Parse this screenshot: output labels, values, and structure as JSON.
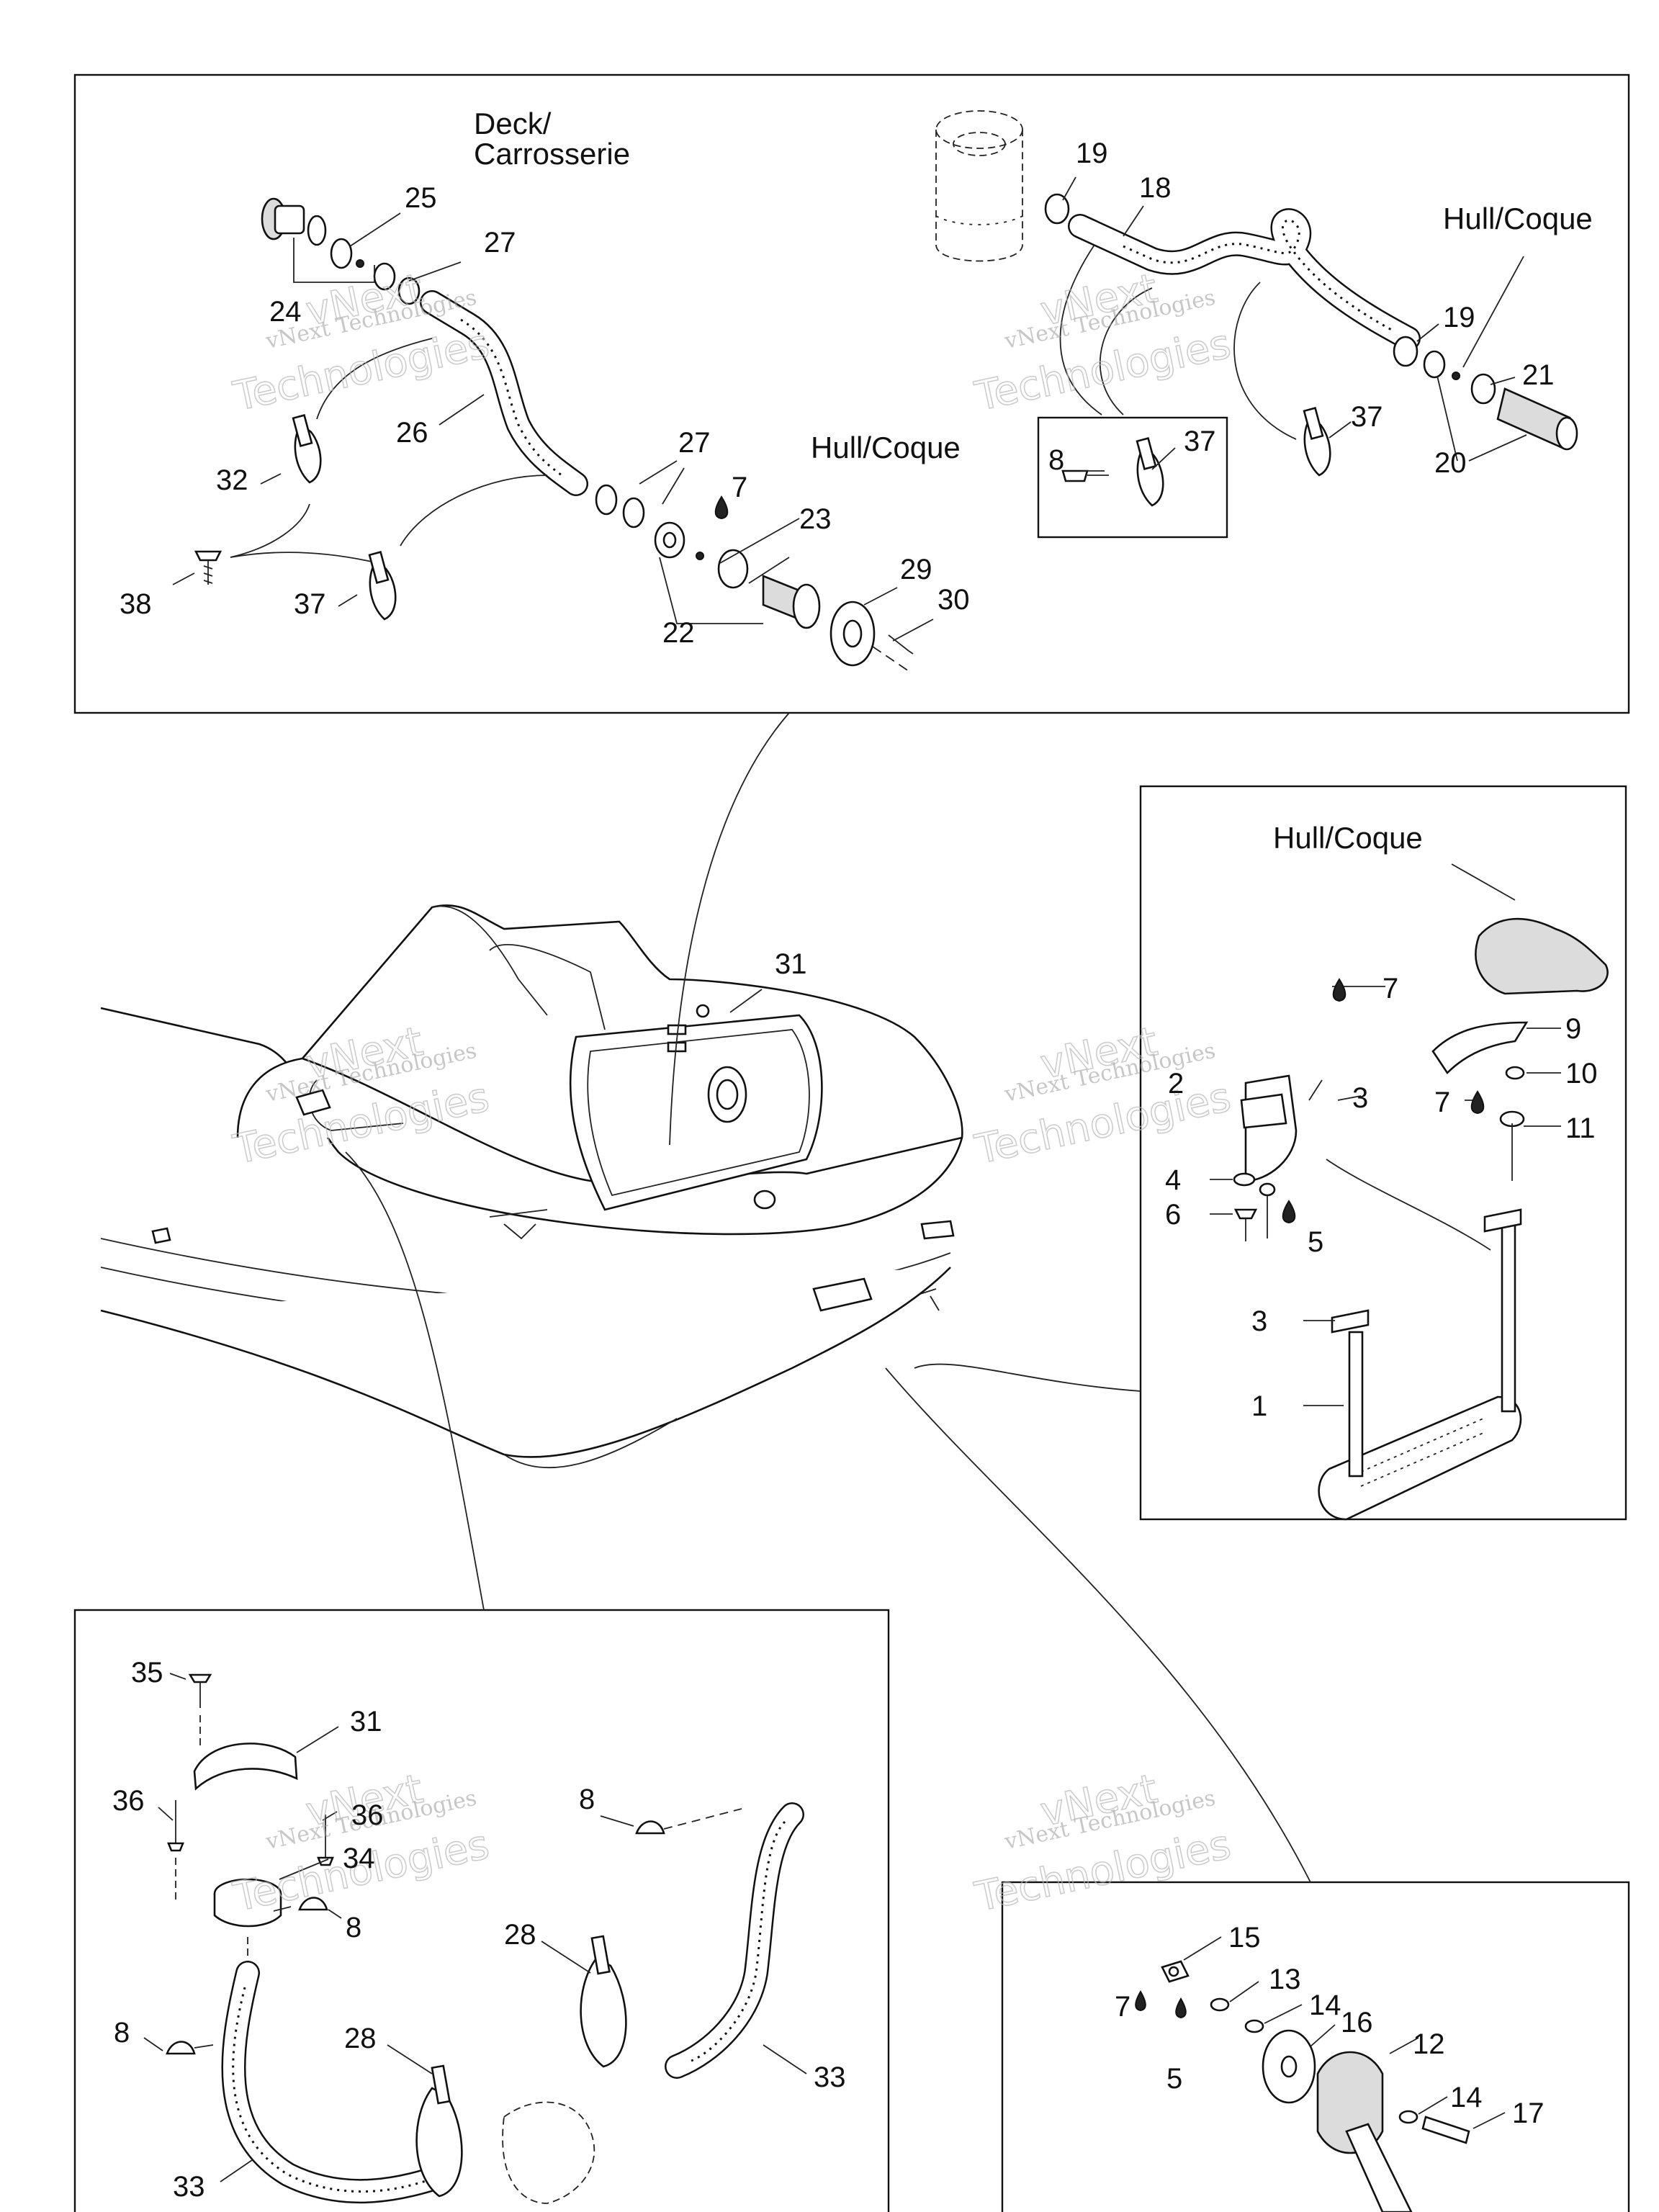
{
  "page": {
    "title": "Parts exploded diagram — ventilation, drain and boarding ladder"
  },
  "captions": {
    "deck": "Deck/",
    "deck_fr": "Carrosserie",
    "hull_a": "Hull/Coque",
    "hull_b": "Hull/Coque",
    "hull_c": "Hull/Coque"
  },
  "watermark": {
    "line1": "vNext Technologies",
    "line2": "Technologies",
    "line2b": "vNext"
  },
  "callouts": {
    "n1": "1",
    "n2": "2",
    "n3": "3",
    "n4": "4",
    "n5": "5",
    "n6": "6",
    "n7": "7",
    "n8": "8",
    "n9": "9",
    "n10": "10",
    "n11": "11",
    "n12": "12",
    "n13": "13",
    "n14": "14",
    "n15": "15",
    "n16": "16",
    "n17": "17",
    "n18": "18",
    "n19": "19",
    "n20": "20",
    "n21": "21",
    "n22": "22",
    "n23": "23",
    "n24": "24",
    "n25": "25",
    "n26": "26",
    "n27": "27",
    "n28": "28",
    "n29": "29",
    "n30": "30",
    "n31": "31",
    "n32": "32",
    "n33": "33",
    "n34": "34",
    "n35": "35",
    "n36": "36",
    "n37": "37",
    "n38": "38"
  },
  "colors": {
    "ink": "#111111",
    "paper": "#ffffff",
    "watermark": "#b8b8b8"
  }
}
